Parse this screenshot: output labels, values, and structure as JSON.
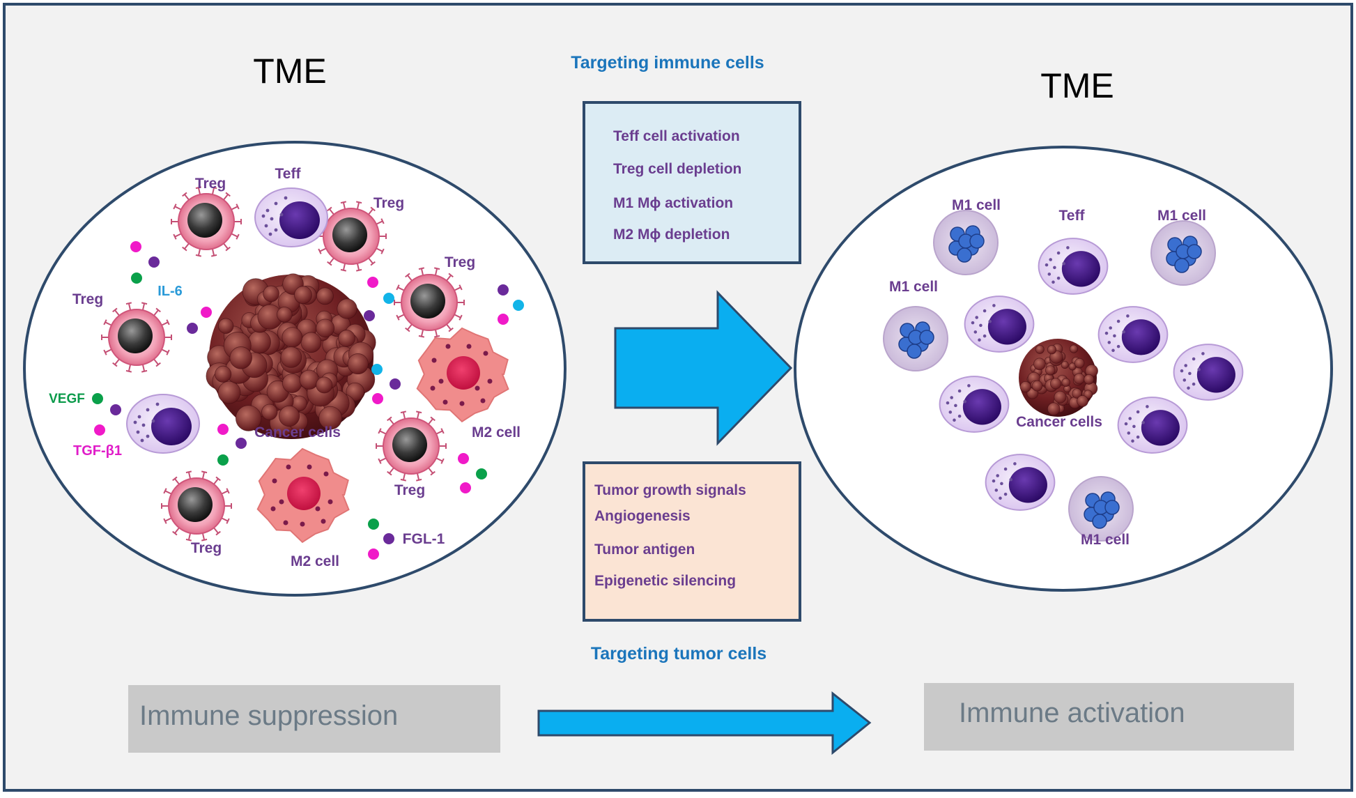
{
  "left_panel": {
    "title": "TME",
    "labels": {
      "treg": "Treg",
      "teff": "Teff",
      "il6": "IL-6",
      "vegf": "VEGF",
      "tgf": "TGF-β1",
      "cancer": "Cancer cells",
      "m2": "M2 cell",
      "fgl1": "FGL-1"
    }
  },
  "right_panel": {
    "title": "TME",
    "labels": {
      "m1": "M1 cell",
      "teff": "Teff",
      "cancer": "Cancer cells"
    }
  },
  "immune_targeting": {
    "heading": "Targeting immune cells",
    "items": [
      "Teff cell activation",
      "Treg cell depletion",
      "M1 Mϕ  activation",
      "M2 Mϕ  depletion"
    ]
  },
  "tumor_targeting": {
    "heading": "Targeting tumor cells",
    "items": [
      "Tumor growth signals",
      "Angiogenesis",
      "Tumor antigen",
      "Epigenetic silencing"
    ]
  },
  "bottom": {
    "left_label": "Immune suppression",
    "right_label": "Immune activation"
  },
  "colors": {
    "frame": "#2e4a6b",
    "panel_bg": "#f2f2f2",
    "arrow": "#0aaef0",
    "label_purple": "#6a3d8f",
    "heading_blue": "#1b75bb",
    "immune_box_fill": "#dcecf4",
    "tumor_box_fill": "#fbe4d4",
    "status_box_fill": "#c9c9c9",
    "status_text": "#6b7a86"
  }
}
